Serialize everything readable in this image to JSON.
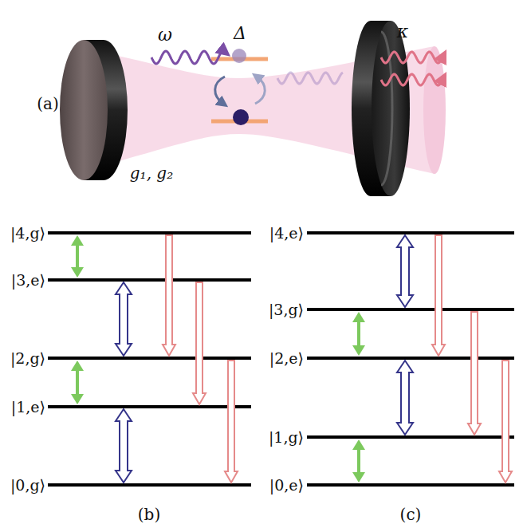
{
  "diagram": {
    "labels": [
      "(a)",
      "ω",
      "Δ",
      "g₁, g₂",
      "κ",
      "|4,g⟩",
      "|3,e⟩",
      "|2,g⟩",
      "|1,e⟩",
      "|0,g⟩",
      "|4,e⟩",
      "|3,g⟩",
      "|2,e⟩",
      "|1,g⟩",
      "|0,e⟩",
      "(b)",
      "(c)"
    ]
  }
}
